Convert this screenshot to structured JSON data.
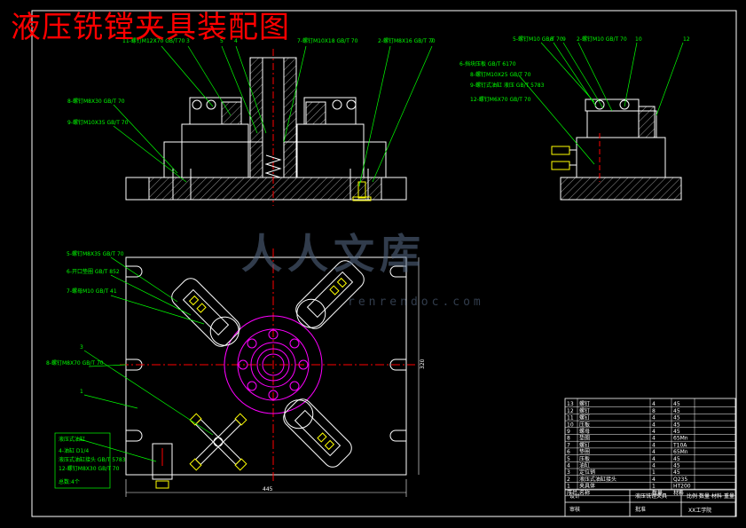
{
  "title": "液压铣镗夹具装配图",
  "watermark": {
    "text": "人人文库",
    "sub": "renrendoc.com"
  },
  "dims": {
    "width": "445",
    "height": "320"
  },
  "front_view": {
    "top_labels": [
      "11-螺钉M12X70 GB/T70",
      "3",
      "5",
      "4",
      "7-螺钉M10X18 GB/T 70",
      "2-螺钉M8X16 GB/T 70",
      "7"
    ],
    "left_labels": [
      "8-螺钉M8X30 GB/T 70",
      "9-螺钉M10X35 GB/T 70"
    ]
  },
  "side_view": {
    "top_labels": [
      "5-螺钉M10 GB/T 70",
      "8",
      "9",
      "2-螺钉M10 GB/T 70",
      "10",
      "12"
    ],
    "left_labels": [
      "6-挡块压板 GB/T 6170",
      "8-螺钉M10X25 GB/T 70",
      "9-螺钉式油缸 液压 GB/T 5783",
      "12-螺钉M6X70 GB/T 70"
    ]
  },
  "plan_view": {
    "left_labels": [
      "5-螺钉M8X35 GB/T 70",
      "6-开口垫圈 GB/T 852",
      "7-螺母M10 GB/T 41",
      "3",
      "8-螺钉M8X70 GB/T 70",
      "1"
    ],
    "box_title": "液压式油缸",
    "box_lines": [
      "4-油缸 D1/4",
      "液压式油缸接头 GB/T 5783",
      "12-螺钉M8X30 GB/T 70",
      "总数:4个"
    ]
  },
  "parts_list": {
    "rows": [
      [
        "13",
        "螺钉",
        "4",
        "45"
      ],
      [
        "12",
        "螺钉",
        "8",
        "45"
      ],
      [
        "11",
        "螺钉",
        "4",
        "45"
      ],
      [
        "10",
        "压板",
        "4",
        "45"
      ],
      [
        "9",
        "螺母",
        "4",
        "45"
      ],
      [
        "8",
        "垫圈",
        "4",
        "65Mn"
      ],
      [
        "7",
        "螺钉",
        "4",
        "T10A"
      ],
      [
        "6",
        "垫圈",
        "4",
        "65Mn"
      ],
      [
        "5",
        "压板",
        "4",
        "45"
      ],
      [
        "4",
        "油缸",
        "4",
        "45"
      ],
      [
        "3",
        "定位销",
        "1",
        "45"
      ],
      [
        "2",
        "液压式油缸接头",
        "4",
        "Q235"
      ],
      [
        "1",
        "夹具体",
        "1",
        "HT200"
      ]
    ],
    "header": [
      "序号",
      "名称",
      "数量",
      "材料"
    ],
    "title_block": {
      "name": "液压铣镗夹具",
      "school": "XX工学院",
      "row_labels": [
        "设计",
        "审核",
        "批准"
      ],
      "meta": [
        "比例",
        "数量",
        "材料",
        "重量"
      ]
    }
  }
}
